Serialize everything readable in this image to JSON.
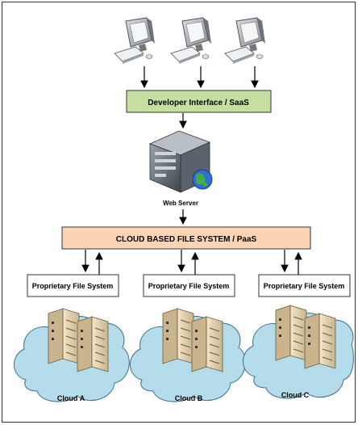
{
  "developer_interface": {
    "label": "Developer Interface / SaaS",
    "fill": "#c6dfa1"
  },
  "web_server": {
    "label": "Web Server"
  },
  "file_system": {
    "label": "CLOUD BASED FILE SYSTEM / PaaS",
    "fill": "#fbd4b4"
  },
  "proprietary": [
    {
      "label": "Proprietary File System"
    },
    {
      "label": "Proprietary File System"
    },
    {
      "label": "Proprietary File System"
    }
  ],
  "clouds": [
    {
      "label": "Cloud A"
    },
    {
      "label": "Cloud B"
    },
    {
      "label": "Cloud C"
    }
  ],
  "colors": {
    "cloud": "#b4dcea",
    "cloud_stroke": "#3c6e8a",
    "server_body": "#e8d7b6"
  },
  "icons": {
    "workstation": "desktop-computer-icon",
    "server": "web-server-icon",
    "rack": "server-rack-icon"
  }
}
